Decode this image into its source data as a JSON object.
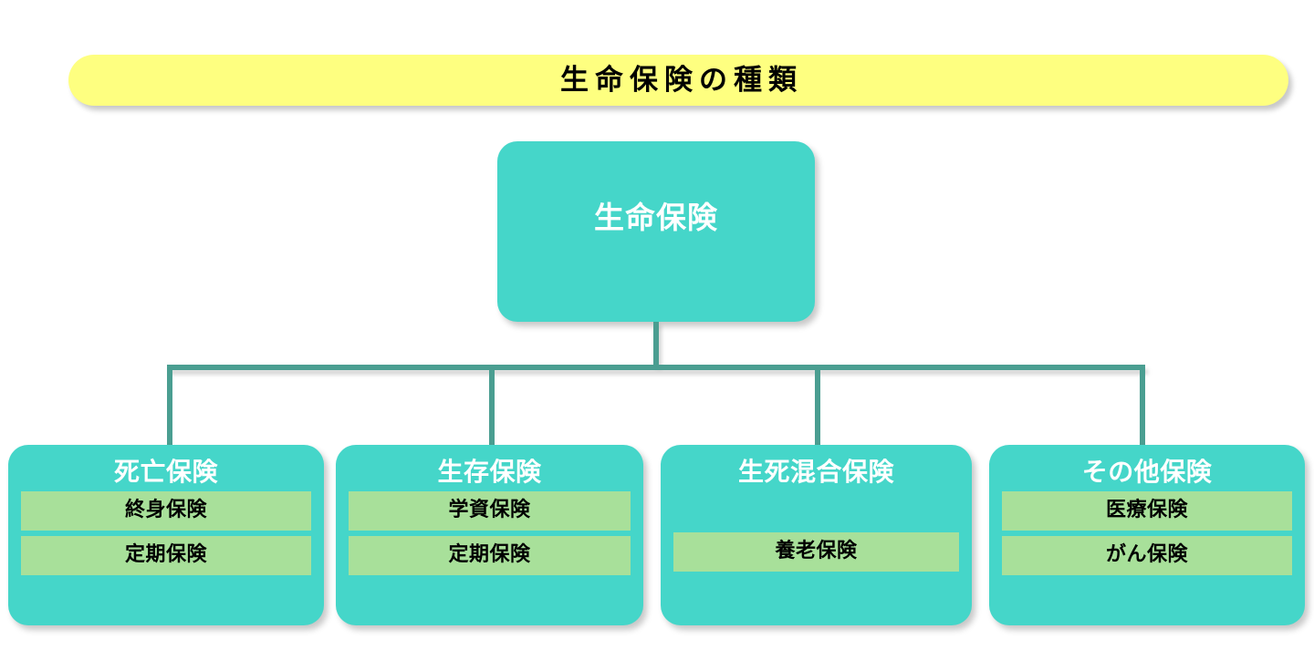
{
  "title": {
    "text": "生命保険の種類"
  },
  "colors": {
    "banner_yellow": "#feff80",
    "node_teal": "#45d6c9",
    "sub_green": "#a8e09a",
    "connector_line": "#4a9e91",
    "title_text": "#000000",
    "node_text": "#ffffff",
    "sub_text": "#000000",
    "background": "#ffffff"
  },
  "diagram": {
    "type": "tree",
    "root": {
      "label": "生命保険"
    },
    "children": [
      {
        "label": "死亡保険",
        "items": [
          "終身保険",
          "定期保険"
        ]
      },
      {
        "label": "生存保険",
        "items": [
          "学資保険",
          "定期保険"
        ]
      },
      {
        "label": "生死混合保険",
        "items": [
          "養老保険"
        ]
      },
      {
        "label": "その他保険",
        "items": [
          "医療保険",
          "がん保険"
        ]
      }
    ]
  }
}
